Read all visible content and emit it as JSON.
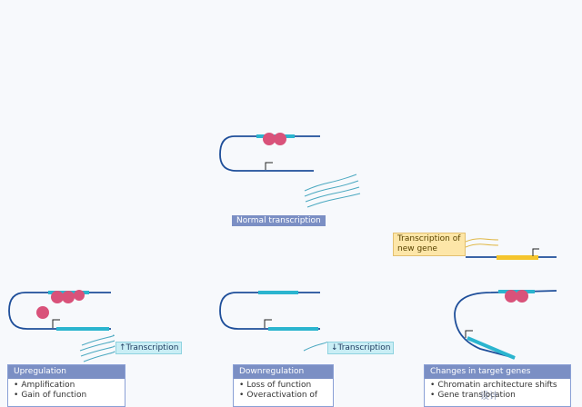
{
  "normal": {
    "label": "Normal transcription"
  },
  "new_gene": {
    "label": "Transcription of new gene"
  },
  "upregulation": {
    "arrow_label": "↑Transcription",
    "title": "Upregulation",
    "items": [
      "Amplification",
      "Gain of function"
    ]
  },
  "downregulation": {
    "arrow_label": "↓Transcription",
    "title": "Downregulation",
    "items": [
      "Loss of function",
      "Overactivation of"
    ]
  },
  "target_changes": {
    "title": "Changes in target genes",
    "items": [
      "Chromatin architecture shifts",
      "Gene translocation"
    ]
  },
  "watermark": "设计",
  "colors": {
    "dna": "#1f4f9a",
    "promoter": "#2bb5cf",
    "protein": "#d9527a",
    "new_gene": "#f5c52c",
    "transcript": "#4aa8c0"
  }
}
